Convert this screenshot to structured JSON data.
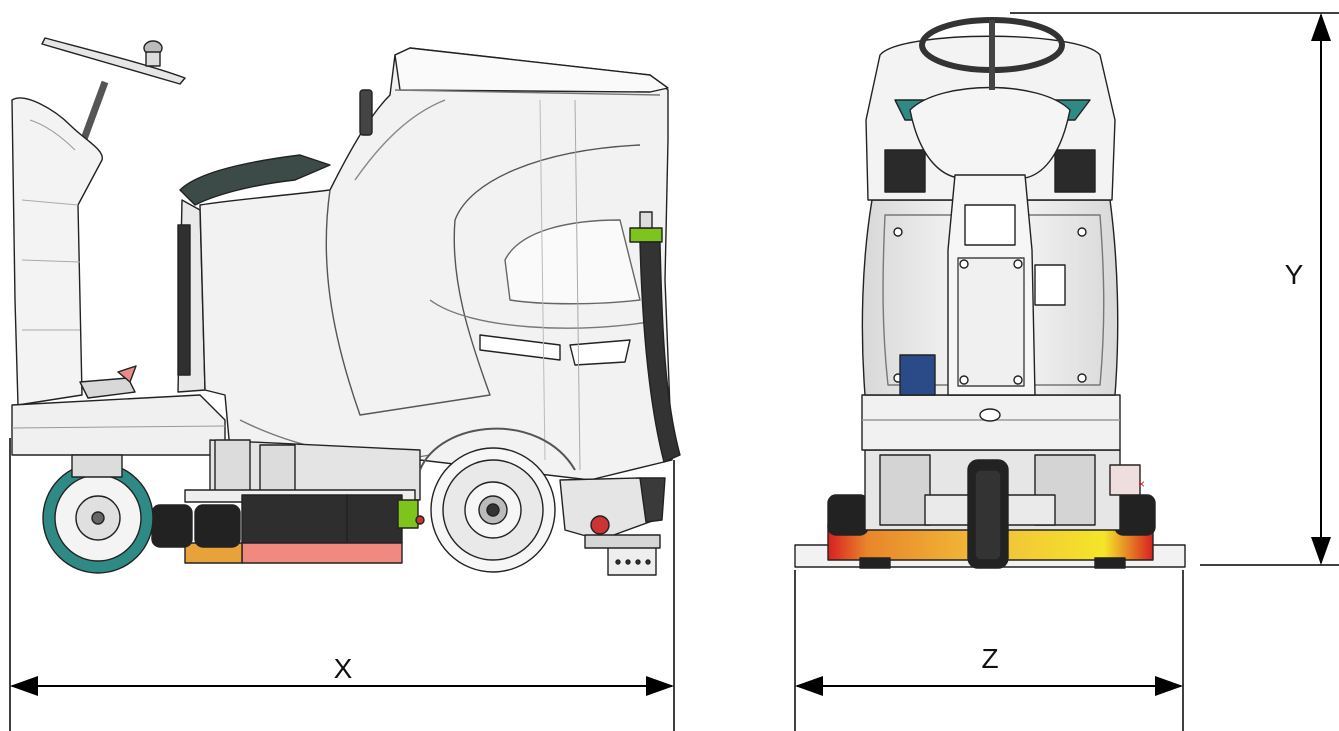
{
  "dimensions": {
    "x_label": "X",
    "y_label": "Y",
    "z_label": "Z"
  },
  "colors": {
    "line": "#000000",
    "body": "#f2f2f2",
    "accent_teal": "#2f8a86",
    "dark": "#2a2a2a",
    "lime": "#7fc41c",
    "salmon": "#f08a80",
    "orange": "#e8a23a",
    "yellow": "#f3e02a",
    "red": "#cc2222"
  },
  "views": [
    "side-view",
    "front-view"
  ]
}
